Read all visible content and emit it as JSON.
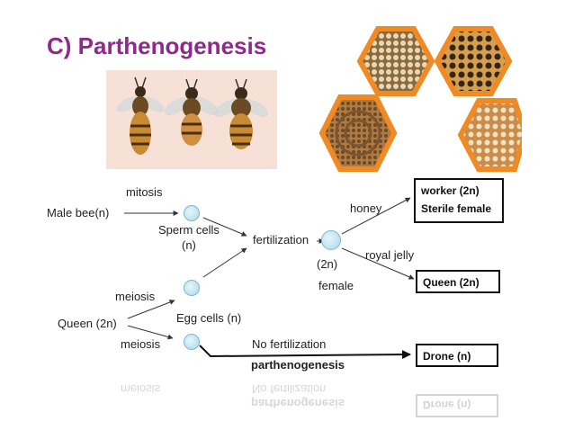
{
  "title": "C) Parthenogenesis",
  "illustrations": {
    "bees": [
      "worker-bee-icon",
      "drone-bee-icon",
      "queen-bee-icon"
    ],
    "honeycomb": [
      "honeycomb-cell-icon",
      "honeycomb-brood-icon",
      "honeycomb-comb-icon",
      "honeycomb-larvae-icon"
    ]
  },
  "diagram": {
    "male_bee": "Male bee(n)",
    "mitosis": "mitosis",
    "sperm_cells": "Sperm cells",
    "sperm_ploidy": "(n)",
    "fertilization": "fertilization",
    "zygote_ploidy": "(2n)",
    "female": "female",
    "honey": "honey",
    "royal_jelly": "royal jelly",
    "worker_line1": "worker (2n)",
    "worker_line2": "Sterile female",
    "queen_result": "Queen (2n)",
    "queen_parent": "Queen (2n)",
    "meiosis_upper": "meiosis",
    "meiosis_lower": "meiosis",
    "egg_cells": "Egg cells (n)",
    "no_fertilization": "No  fertilization",
    "parthenogenesis": "parthenogenesis",
    "drone": "Drone (n)"
  },
  "colors": {
    "title": "#8e2a8c",
    "hex_border": "#f08a24",
    "cell_fill": "#a8d8ea"
  }
}
